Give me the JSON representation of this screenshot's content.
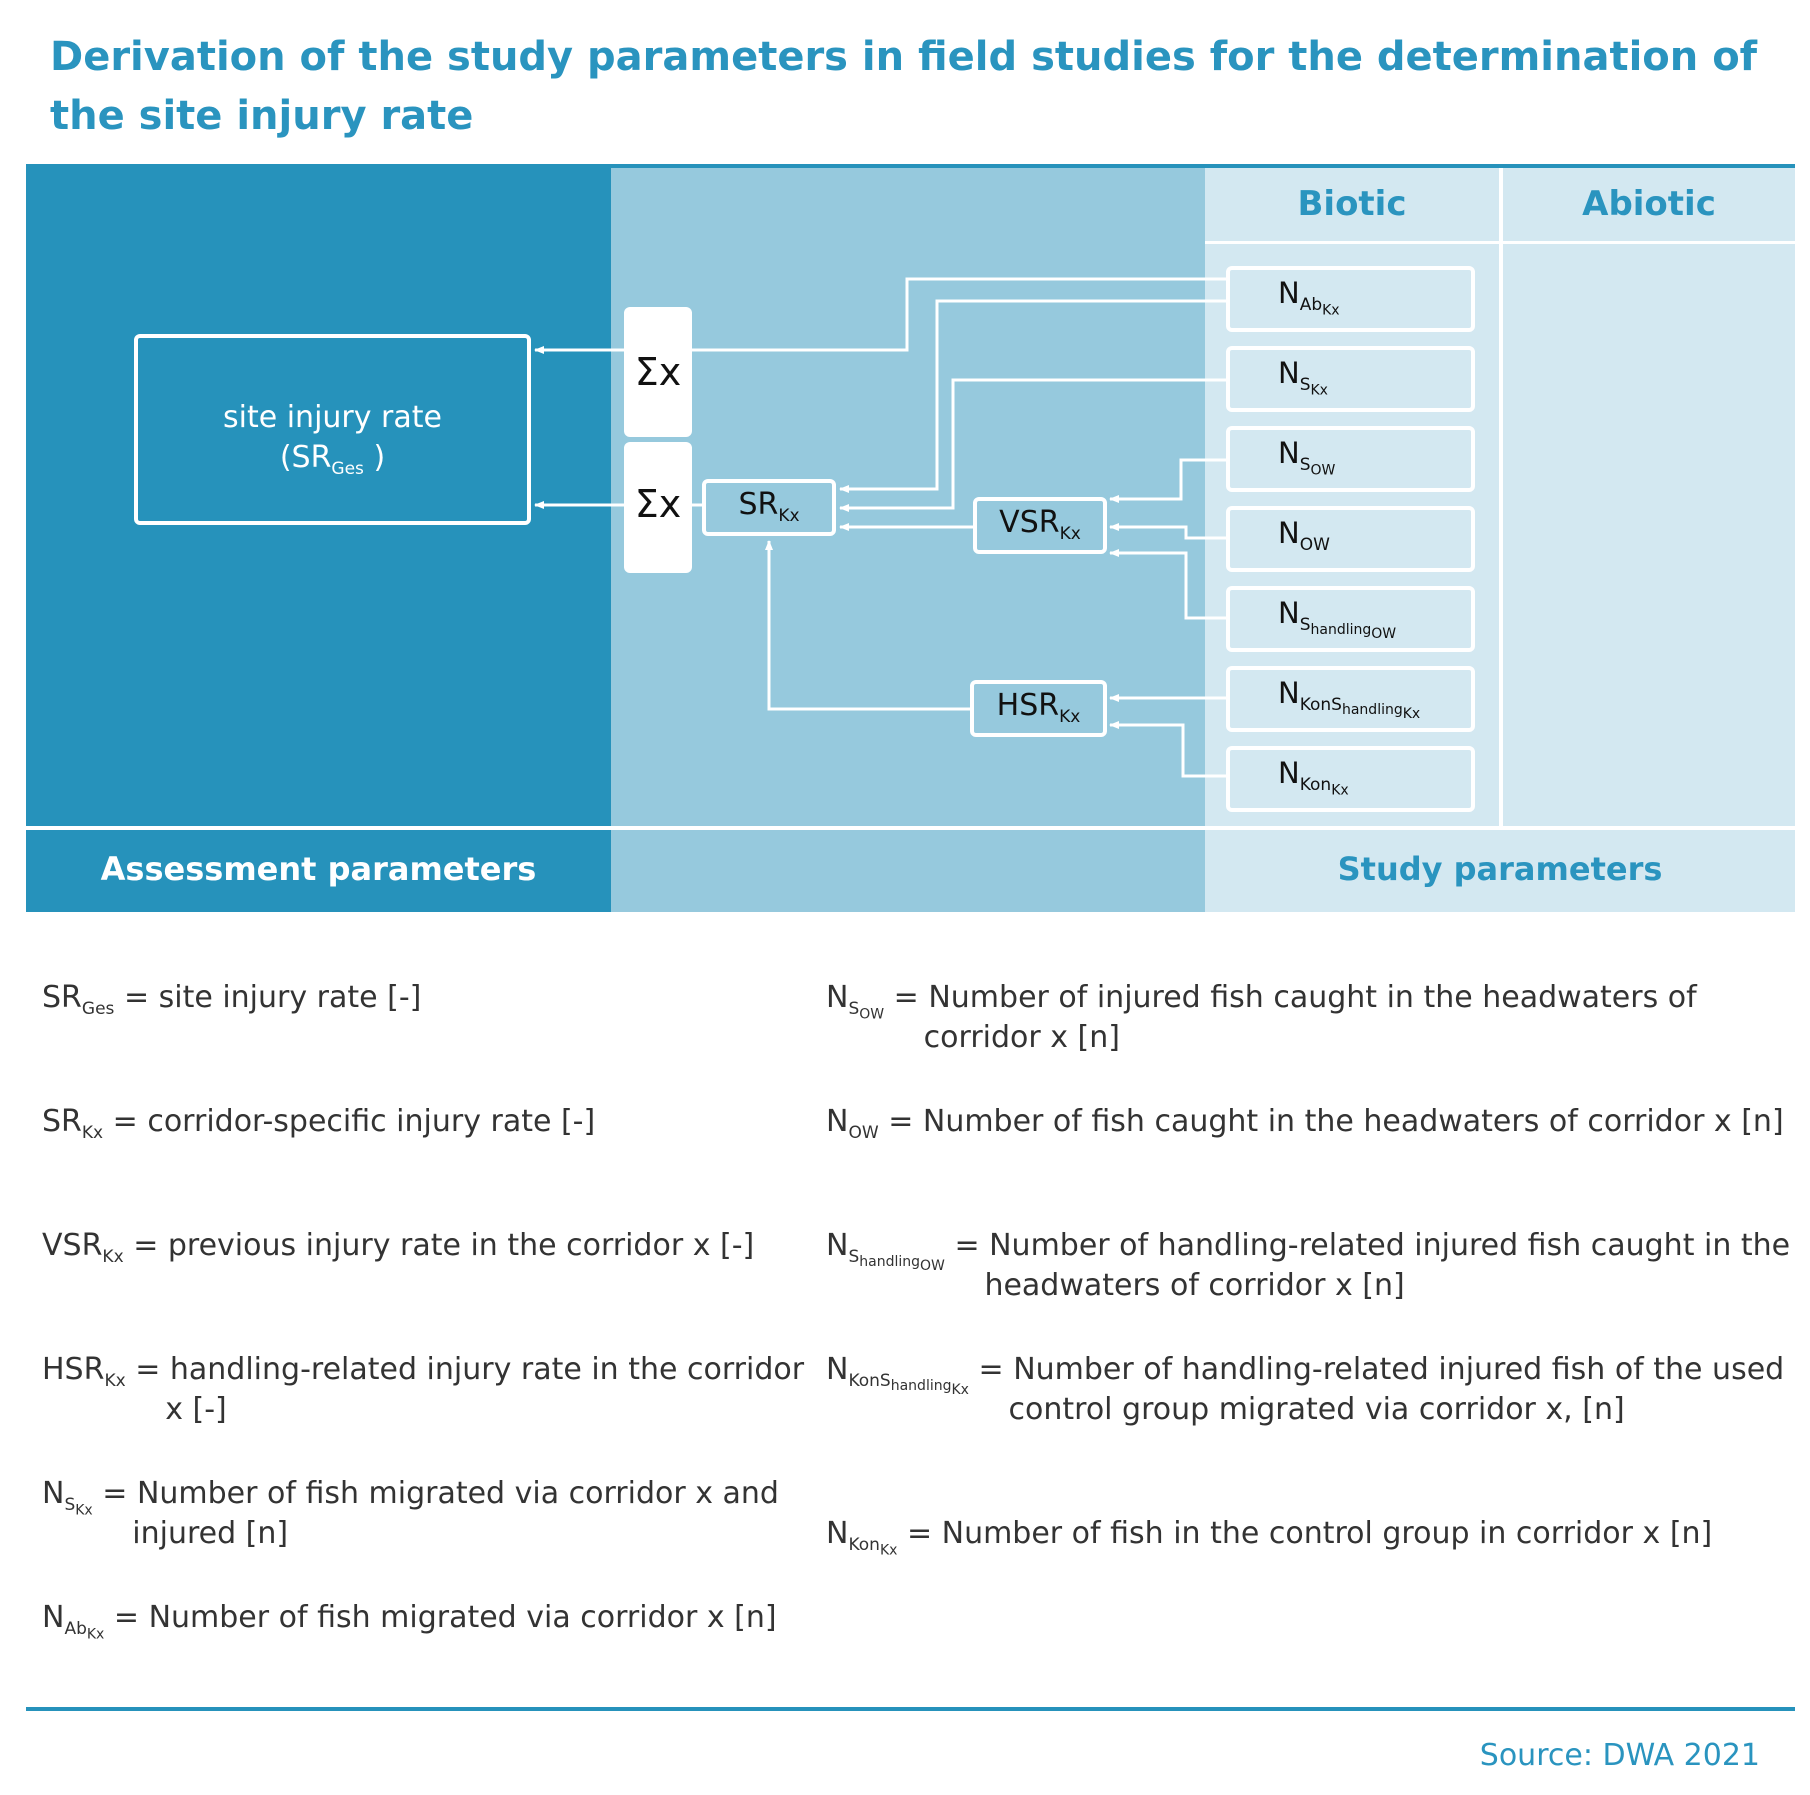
{
  "title": "Derivation of the study parameters in field studies for the determination of the site injury rate",
  "colors": {
    "dark": "#2692bb",
    "mid": "#96c9dd",
    "light": "#d3e8f1",
    "accent_text": "#2a94bf"
  },
  "headers": {
    "biotic": "Biotic",
    "abiotic": "Abiotic"
  },
  "footers": {
    "assessment": "Assessment parameters",
    "study": "Study parameters"
  },
  "main_box": {
    "label": "site injury rate",
    "symbol_open": "(SR",
    "symbol_sub": "Ges",
    "symbol_close": " )"
  },
  "sigma": {
    "label": "Σx"
  },
  "calc": {
    "sr": {
      "base": "SR",
      "sub": "Kx"
    },
    "vsr": {
      "base": "VSR",
      "sub": "Kx"
    },
    "hsr": {
      "base": "HSR",
      "sub": "Kx"
    }
  },
  "study_params": [
    {
      "base": "N",
      "sub": "Ab",
      "subsub": "Kx"
    },
    {
      "base": "N",
      "sub": "S",
      "subsub": "Kx"
    },
    {
      "base": "N",
      "sub": "S",
      "subsub": "OW"
    },
    {
      "base": "N",
      "sub": "OW",
      "subsub": ""
    },
    {
      "base": "N",
      "sub": "S",
      "subsub": "handling",
      "subsubsub": "OW"
    },
    {
      "base": "N",
      "sub": "KonS",
      "subsub": "handling",
      "subsubsub": "Kx"
    },
    {
      "base": "N",
      "sub": "Kon",
      "subsub": "Kx"
    }
  ],
  "legend": {
    "sr_ges": {
      "sym": "SR",
      "sub": "Ges",
      "text": "= site injury rate [-]"
    },
    "sr_kx": {
      "sym": "SR",
      "sub": "Kx",
      "text": "= corridor-specific injury rate [-]"
    },
    "vsr_kx": {
      "sym": "VSR",
      "sub": "Kx",
      "text": "= previous injury rate in the corridor x [-]"
    },
    "hsr_kx": {
      "sym": "HSR",
      "sub": "Kx",
      "text1": "= handling-related injury rate in the corridor",
      "text2": "x [-]"
    },
    "n_s_kx": {
      "sym": "N",
      "sub": "S",
      "subsub": "Kx",
      "text1": "= Number of fish migrated via corridor x and",
      "text2": "injured [n]"
    },
    "n_ab_kx": {
      "sym": "N",
      "sub": "Ab",
      "subsub": "Kx",
      "text": "= Number of fish migrated via corridor x [n]"
    },
    "n_s_ow": {
      "sym": "N",
      "sub": "S",
      "subsub": "OW",
      "text1": "= Number of injured fish caught in the headwaters of",
      "text2": "corridor x [n]"
    },
    "n_ow": {
      "sym": "N",
      "sub": "OW",
      "text": "= Number of fish caught in the headwaters of corridor x [n]"
    },
    "n_sh_ow": {
      "sym": "N",
      "sub": "S",
      "subsub": "handling",
      "subsubsub": "OW",
      "text1": "= Number of handling-related injured fish caught in the",
      "text2": "headwaters of corridor x [n]"
    },
    "n_ksh_kx": {
      "sym": "N",
      "sub": "KonS",
      "subsub": "handling",
      "subsubsub": "Kx",
      "text1": "= Number of handling-related injured fish of the used",
      "text2": "control group migrated via corridor x, [n]"
    },
    "n_kon_kx": {
      "sym": "N",
      "sub": "Kon",
      "subsub": "Kx",
      "text": "= Number of fish in the control group in corridor x [n]"
    }
  },
  "source": "Source: DWA 2021"
}
